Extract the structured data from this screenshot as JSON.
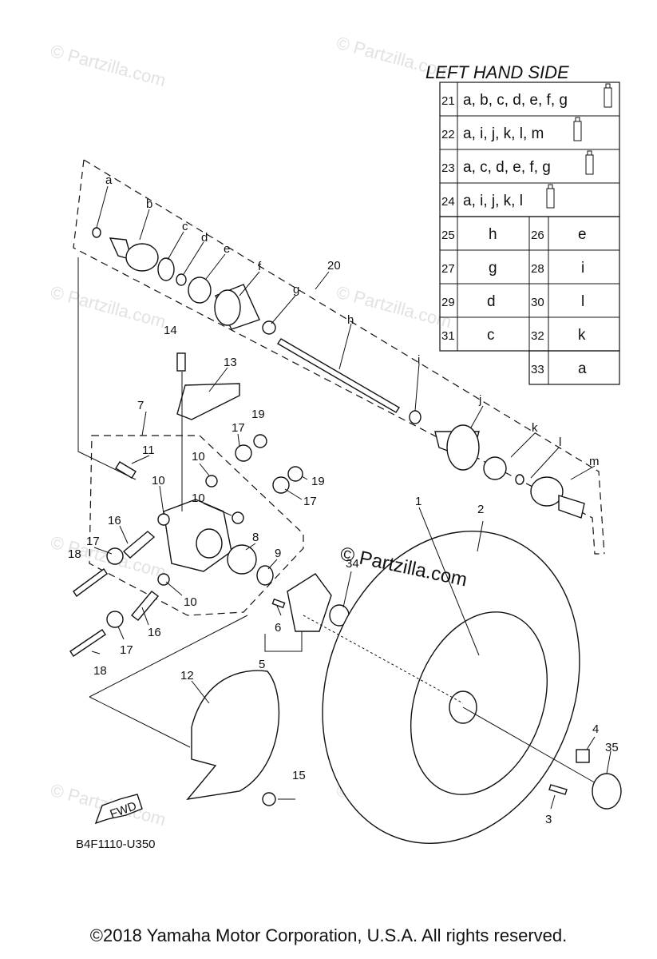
{
  "watermark_text": "© Partzilla.com",
  "main_watermark": "© Partzilla.com",
  "table": {
    "title": "LEFT HAND SIDE",
    "wide_rows": [
      {
        "num": "21",
        "text": "a, b, c, d, e, f, g"
      },
      {
        "num": "22",
        "text": "a, i, j, k, l, m"
      },
      {
        "num": "23",
        "text": "a, c, d, e, f, g"
      },
      {
        "num": "24",
        "text": "a, i, j, k, l"
      }
    ],
    "pair_rows": [
      {
        "num1": "25",
        "val1": "h",
        "num2": "26",
        "val2": "e"
      },
      {
        "num1": "27",
        "val1": "g",
        "num2": "28",
        "val2": "i"
      },
      {
        "num1": "29",
        "val1": "d",
        "num2": "30",
        "val2": "l"
      },
      {
        "num1": "31",
        "val1": "c",
        "num2": "32",
        "val2": "k"
      }
    ],
    "last_row": {
      "num": "33",
      "val": "a"
    }
  },
  "labels": {
    "a": "a",
    "b": "b",
    "c": "c",
    "d": "d",
    "e": "e",
    "f": "f",
    "g": "g",
    "h": "h",
    "i": "i",
    "j": "j",
    "k": "k",
    "l": "l",
    "m": "m",
    "n1": "1",
    "n2": "2",
    "n3": "3",
    "n4": "4",
    "n5": "5",
    "n6": "6",
    "n7": "7",
    "n8": "8",
    "n9": "9",
    "n10a": "10",
    "n10b": "10",
    "n10c": "10",
    "n10d": "10",
    "n11": "11",
    "n12": "12",
    "n13": "13",
    "n14": "14",
    "n15": "15",
    "n16a": "16",
    "n16b": "16",
    "n17a": "17",
    "n17b": "17",
    "n17c": "17",
    "n17d": "17",
    "n18a": "18",
    "n18b": "18",
    "n19a": "19",
    "n19b": "19",
    "n20": "20",
    "n34": "34",
    "n35": "35"
  },
  "fwd_label": "FWD",
  "diagram_code": "B4F1110-U350",
  "footer": "©2018  Yamaha Motor Corporation, U.S.A. All rights reserved."
}
